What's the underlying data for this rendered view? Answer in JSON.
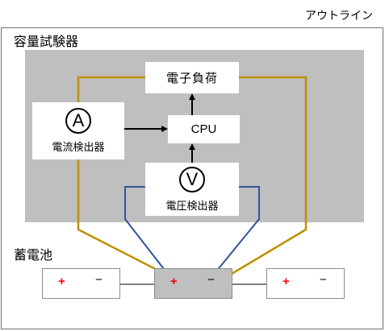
{
  "outline": {
    "label": "アウトライン"
  },
  "tester": {
    "label": "容量試験器",
    "electronic_load": "電子負荷",
    "cpu": "CPU",
    "ammeter": {
      "symbol": "A",
      "label": "電流検出器"
    },
    "voltmeter": {
      "symbol": "V",
      "label": "電圧検出器"
    }
  },
  "battery": {
    "label": "蓄電池",
    "plus_sign": "+",
    "minus_sign": "−"
  },
  "colors": {
    "tester_background": "#bfbfbf",
    "current_wire": "#bf9000",
    "voltage_wire": "#2f5597",
    "plus": "#ff0000"
  }
}
